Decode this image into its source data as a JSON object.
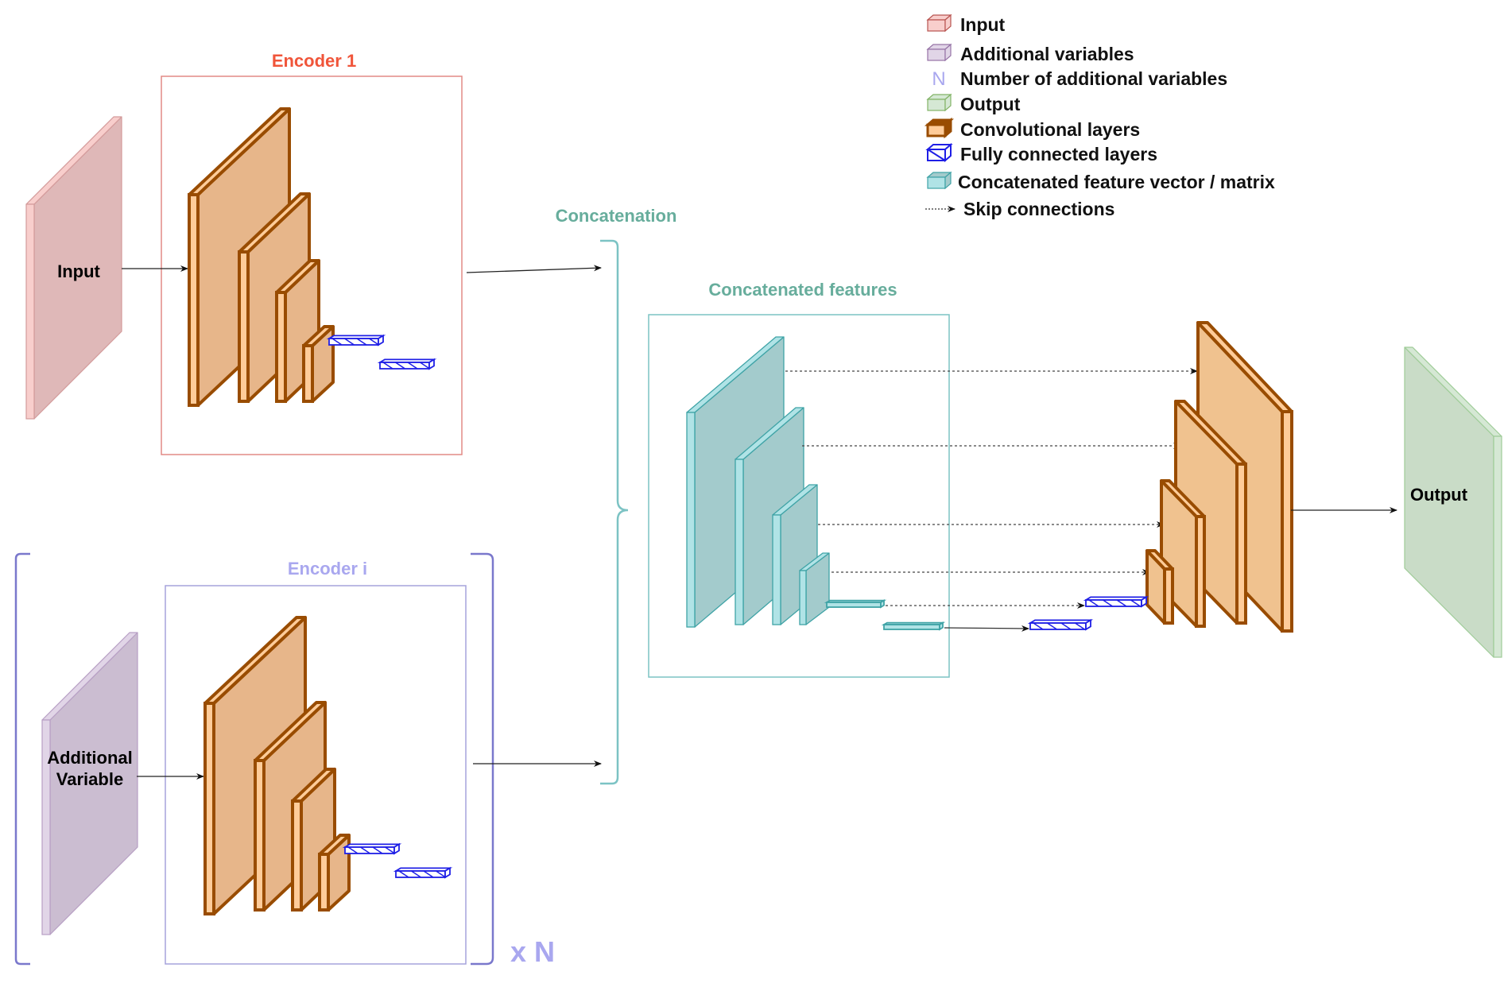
{
  "title": "Multi-encoder U-Net style architecture",
  "colors": {
    "input_fill": "#dfb8b8",
    "input_side": "#f8cecc",
    "input_stroke": "#d39b9b",
    "addvar_fill": "#cbbdd1",
    "addvar_side": "#e1d5e7",
    "addvar_stroke": "#b79fc4",
    "output_fill": "#c9dcc7",
    "output_side": "#d5e8d4",
    "output_stroke": "#9fcc98",
    "conv_fill": "#e7b68a",
    "conv_fill_dec": "#f0c28f",
    "conv_side": "#ffcc99",
    "conv_stroke": "#994c00",
    "fc_stroke": "#1f1fe6",
    "concat_fill": "#a3cbcc",
    "concat_side": "#b0e3e6",
    "concat_stroke": "#3fa3a6",
    "encoder1_title": "#f0553a",
    "encoderi_title": "#a9a7ef",
    "encoderi_box": "#a5a3dc",
    "bracket": "#7a78cc",
    "concat_title": "#67ad9c",
    "concat_box": "#7cc3c4",
    "encoder1_box": "#e28a85"
  },
  "legend": {
    "items": [
      {
        "icon": "input-cube-icon",
        "label": "Input"
      },
      {
        "icon": "additional-variables-cube-icon",
        "label": "Additional variables"
      },
      {
        "icon": "n-letter-icon",
        "symbol": "N",
        "label": "Number of additional variables"
      },
      {
        "icon": "output-cube-icon",
        "label": "Output"
      },
      {
        "icon": "conv-layer-cube-icon",
        "label": "Convolutional layers"
      },
      {
        "icon": "fc-layer-cube-icon",
        "label": "Fully connected layers"
      },
      {
        "icon": "concat-cube-icon",
        "label": "Concatenated feature vector / matrix"
      },
      {
        "icon": "dotted-arrow-icon",
        "label": "Skip connections"
      }
    ]
  },
  "labels": {
    "encoder1": "Encoder 1",
    "encoderi": "Encoder i",
    "input": "Input",
    "additional_line1": "Additional",
    "additional_line2": "Variable",
    "concatenation": "Concatenation",
    "concatenated_features": "Concatenated features",
    "output": "Output",
    "times_n": "x N"
  }
}
